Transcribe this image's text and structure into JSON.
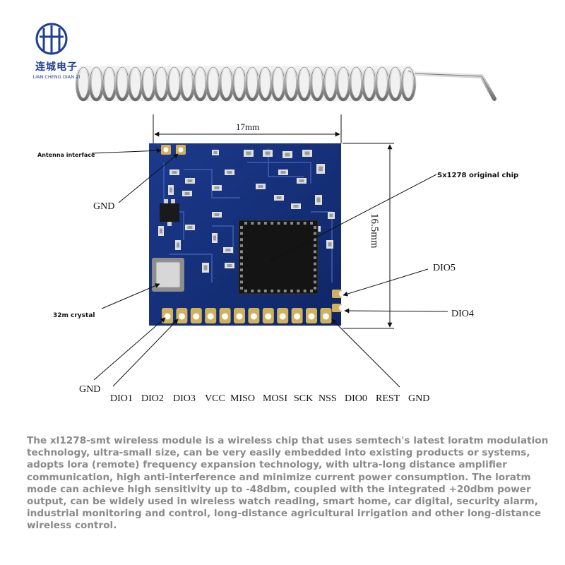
{
  "logo": {
    "chinese_name": "连城电子",
    "english_name": "LIAN CHENG DIAN ZI",
    "icon": "company-logo-icon"
  },
  "dimensions": {
    "width": "17mm",
    "height": "16.5mm"
  },
  "callouts": {
    "antenna_interface": "Antenna interface",
    "gnd_top": "GND",
    "chip": "Sx1278 original chip",
    "dio5": "DIO5",
    "dio4": "DIO4",
    "crystal": "32m crystal",
    "gnd_bottom_left": "GND"
  },
  "bottom_pins": [
    "DIO1",
    "DIO2",
    "DIO3",
    "VCC",
    "MISO",
    "MOSI",
    "SCK",
    "NSS",
    "DIO0",
    "REST",
    "GND"
  ],
  "description": "The xl1278-smt wireless module is a wireless chip that uses semtech's latest loratm modulation technology, ultra-small size, can be very easily embedded into existing products or systems, adopts lora (remote) frequency expansion technology, with ultra-long distance amplifier communication, high anti-interference and minimize current power consumption. The loratm mode can achieve high sensitivity up to -48dbm, coupled with the integrated +20dbm power output, can be widely used in wireless watch reading, smart home, car digital, security alarm, industrial monitoring and control, long-distance agricultural irrigation and other long-distance wireless control.",
  "colors": {
    "pcb": "#15307a",
    "text_gray": "#8a8a8a",
    "logo_blue": "#1f3f93"
  }
}
